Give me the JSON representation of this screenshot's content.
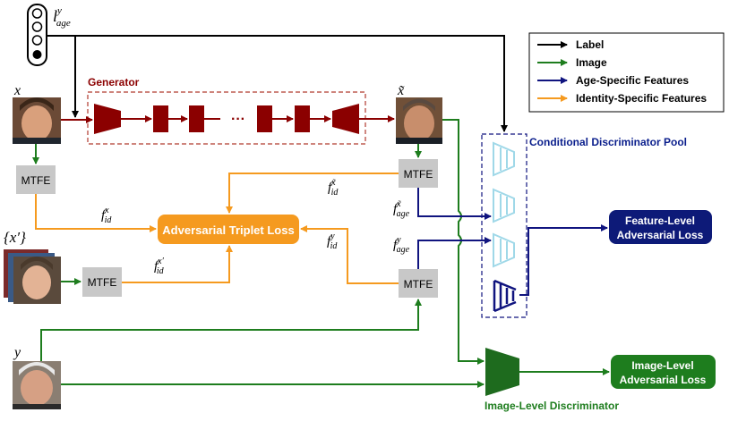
{
  "labels": {
    "generator": "Generator",
    "conditional_pool": "Conditional Discriminator Pool",
    "image_level_discriminator": "Image-Level Discriminator",
    "adversarial_triplet_loss": "Adversarial Triplet Loss",
    "feature_level_loss_line1": "Feature-Level",
    "feature_level_loss_line2": "Adversarial Loss",
    "image_level_loss_line1": "Image-Level",
    "image_level_loss_line2": "Adversarial Loss",
    "mtfe": "MTFE"
  },
  "math": {
    "x": "x",
    "x_tilde": "x̃",
    "x_prime_set": "{x′}",
    "y": "y",
    "l_age_base": "l",
    "l_age_sup": "y",
    "l_age_sub": "age",
    "f": "f",
    "sub_id": "id",
    "sub_age": "age",
    "sup_x": "x",
    "sup_xtilde": "x̃",
    "sup_xprime": "x′",
    "sup_y": "y",
    "dots": "···"
  },
  "legend": [
    {
      "label": "Label",
      "color": "#000000"
    },
    {
      "label": "Image",
      "color": "#1e7d1e"
    },
    {
      "label": "Age-Specific Features",
      "color": "#0f0f82"
    },
    {
      "label": "Identity-Specific Features",
      "color": "#f5a01e"
    }
  ],
  "colors": {
    "generator": "#8b0000",
    "identity": "#f59a1f",
    "age": "#10147f",
    "image": "#1e7d1e",
    "label": "#000000",
    "pool_title": "#0a1e8c",
    "feature_loss_box": "#0d1a78",
    "image_loss_box": "#1e7d1e",
    "mtfe_box": "#c8c8c8",
    "discriminator_light": "#9fd8e8"
  },
  "icons": {
    "label_selector": "one-hot-selector-icon",
    "face_x": "face-thumbnail",
    "face_x_tilde": "face-thumbnail",
    "face_x_prime": "face-stack-thumbnail",
    "face_y": "face-thumbnail"
  }
}
